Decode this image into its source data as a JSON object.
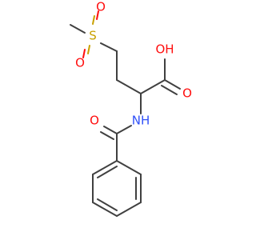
{
  "molecule": {
    "atoms": {
      "sulfur": "S",
      "sulfonyl_o_top": "O",
      "sulfonyl_o_bottom": "O",
      "hydroxyl_o": "OH",
      "carbonyl_o_acid": "O",
      "amide_o": "O",
      "amide_n": "NH"
    },
    "colors": {
      "bond": "#404040",
      "oxygen": "#ff0d0d",
      "nitrogen": "#3050f8",
      "sulfur": "#c8a000"
    }
  }
}
